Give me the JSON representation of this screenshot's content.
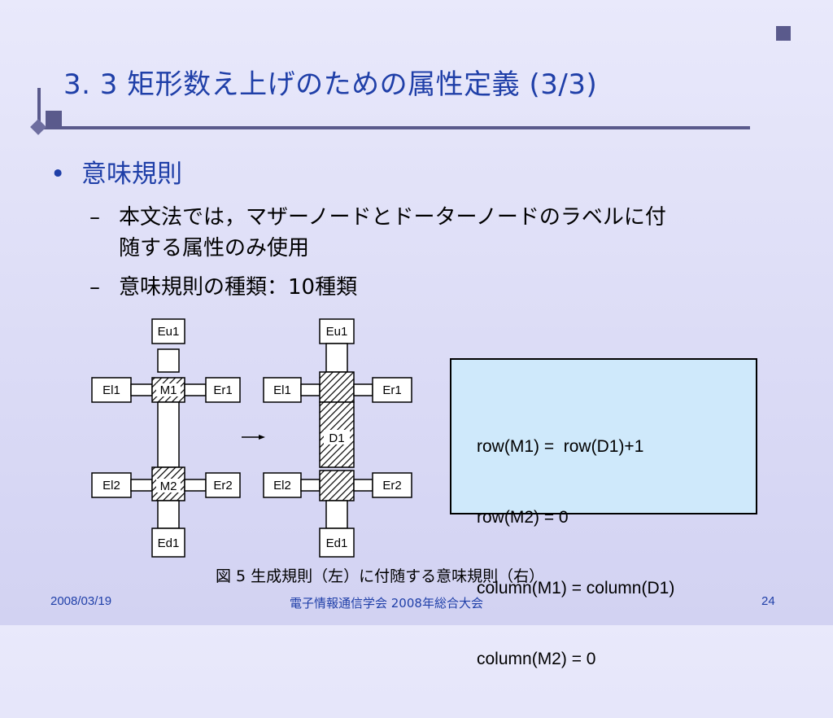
{
  "slide": {
    "title": "3. 3 矩形数え上げのための属性定義 (3/3)",
    "bullet": "意味規則",
    "sub1_line1": "本文法では，マザーノードとドーターノードのラベルに付",
    "sub1_line2": "随する属性のみ使用",
    "sub2": "意味規則の種類：10種類",
    "bullet_mark": "•",
    "dash_mark": "–"
  },
  "diagram": {
    "left": {
      "top": "Eu1",
      "left_upper": "El1",
      "mother": "M1",
      "right_upper": "Er1",
      "left_lower": "El2",
      "mother2": "M2",
      "right_lower": "Er2",
      "bottom": "Ed1"
    },
    "right": {
      "top": "Eu1",
      "left_upper": "El1",
      "right_upper": "Er1",
      "daughter": "D1",
      "left_lower": "El2",
      "right_lower": "Er2",
      "bottom": "Ed1"
    },
    "arrow": "→"
  },
  "rules": {
    "lines": [
      "row(M1) =  row(D1)+1",
      "row(M2) = 0",
      "column(M1) = column(D1)",
      "column(M2) = 0"
    ]
  },
  "caption": "図 5   生成規則（左）に付随する意味規則（右）",
  "footer": {
    "date": "2008/03/19",
    "event": "電子情報通信学会   2008年総合大会",
    "page": "24"
  },
  "colors": {
    "title": "#1f3fa8",
    "accent": "#5a5a8c",
    "rulebox_bg": "#cfe9fb"
  }
}
